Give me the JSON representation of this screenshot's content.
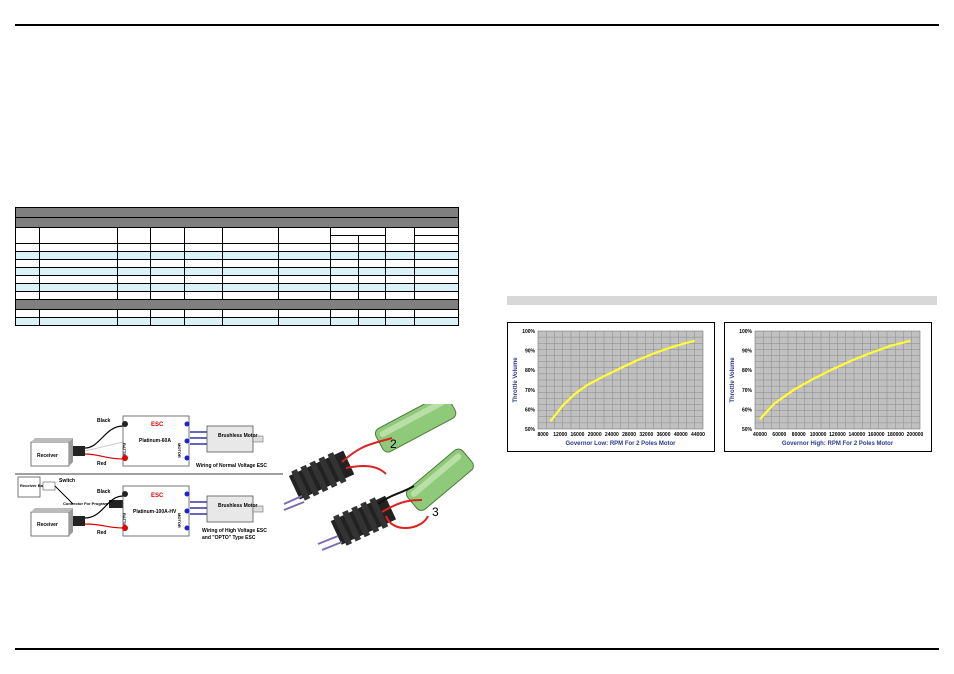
{
  "wiring": {
    "top": {
      "wire_black": "Black",
      "wire_red": "Red",
      "receiver": "Receiver",
      "esc_title": "ESC",
      "esc_model": "Platinum-60A",
      "battery_label": "BATTERY",
      "motor_label": "MOTOR",
      "motor_box": "Brushless Motor",
      "caption": "Wiring of Normal Voltage ESC"
    },
    "bottom": {
      "receiver_battery": "Receiver Battery",
      "switch": "Switch",
      "receiver": "Receiver",
      "connector": "Connector For Program Card",
      "wire_black": "Black",
      "wire_red": "Red",
      "esc_title": "ESC",
      "esc_model": "Platinum-100A-HV",
      "battery_label": "BATTERY",
      "motor_label": "MOTOR",
      "motor_box": "Brushless Motor",
      "caption_line1": "Wiring of High Voltage ESC",
      "caption_line2": "and \"OPTO\" Type ESC"
    }
  },
  "photo": {
    "label_2": "2",
    "label_3": "3"
  },
  "chart_data": [
    {
      "type": "line",
      "xlabel": "Governor Low:   RPM For 2 Poles Motor",
      "ylabel": "Throttle Volume",
      "x_ticks": [
        "8000",
        "12000",
        "16000",
        "20000",
        "24000",
        "28000",
        "32000",
        "36000",
        "40000",
        "44000"
      ],
      "y_ticks": [
        "100%",
        "90%",
        "80%",
        "70%",
        "60%",
        "50%"
      ],
      "xlim": [
        8000,
        48000
      ],
      "ylim": [
        50,
        100
      ],
      "series": [
        {
          "x": [
            11000,
            14000,
            17000,
            20000,
            24000,
            28000,
            32000,
            36000,
            40000,
            44000,
            46000
          ],
          "y": [
            54,
            62,
            68,
            72.5,
            77,
            81,
            85,
            88.5,
            91.5,
            94,
            95
          ]
        }
      ],
      "line_color": "#ffff33"
    },
    {
      "type": "line",
      "xlabel": "Governor High:   RPM For 2 Poles Motor",
      "ylabel": "Throttle Volume",
      "x_ticks": [
        "40000",
        "60000",
        "80000",
        "100000",
        "120000",
        "140000",
        "160000",
        "180000",
        "200000"
      ],
      "y_ticks": [
        "100%",
        "90%",
        "80%",
        "70%",
        "60%",
        "50%"
      ],
      "xlim": [
        40000,
        210000
      ],
      "ylim": [
        50,
        100
      ],
      "series": [
        {
          "x": [
            45000,
            60000,
            80000,
            100000,
            120000,
            140000,
            160000,
            180000,
            200000
          ],
          "y": [
            55,
            63,
            70,
            75.5,
            80.5,
            85,
            89,
            92.5,
            95
          ]
        }
      ],
      "line_color": "#ffff33"
    }
  ]
}
